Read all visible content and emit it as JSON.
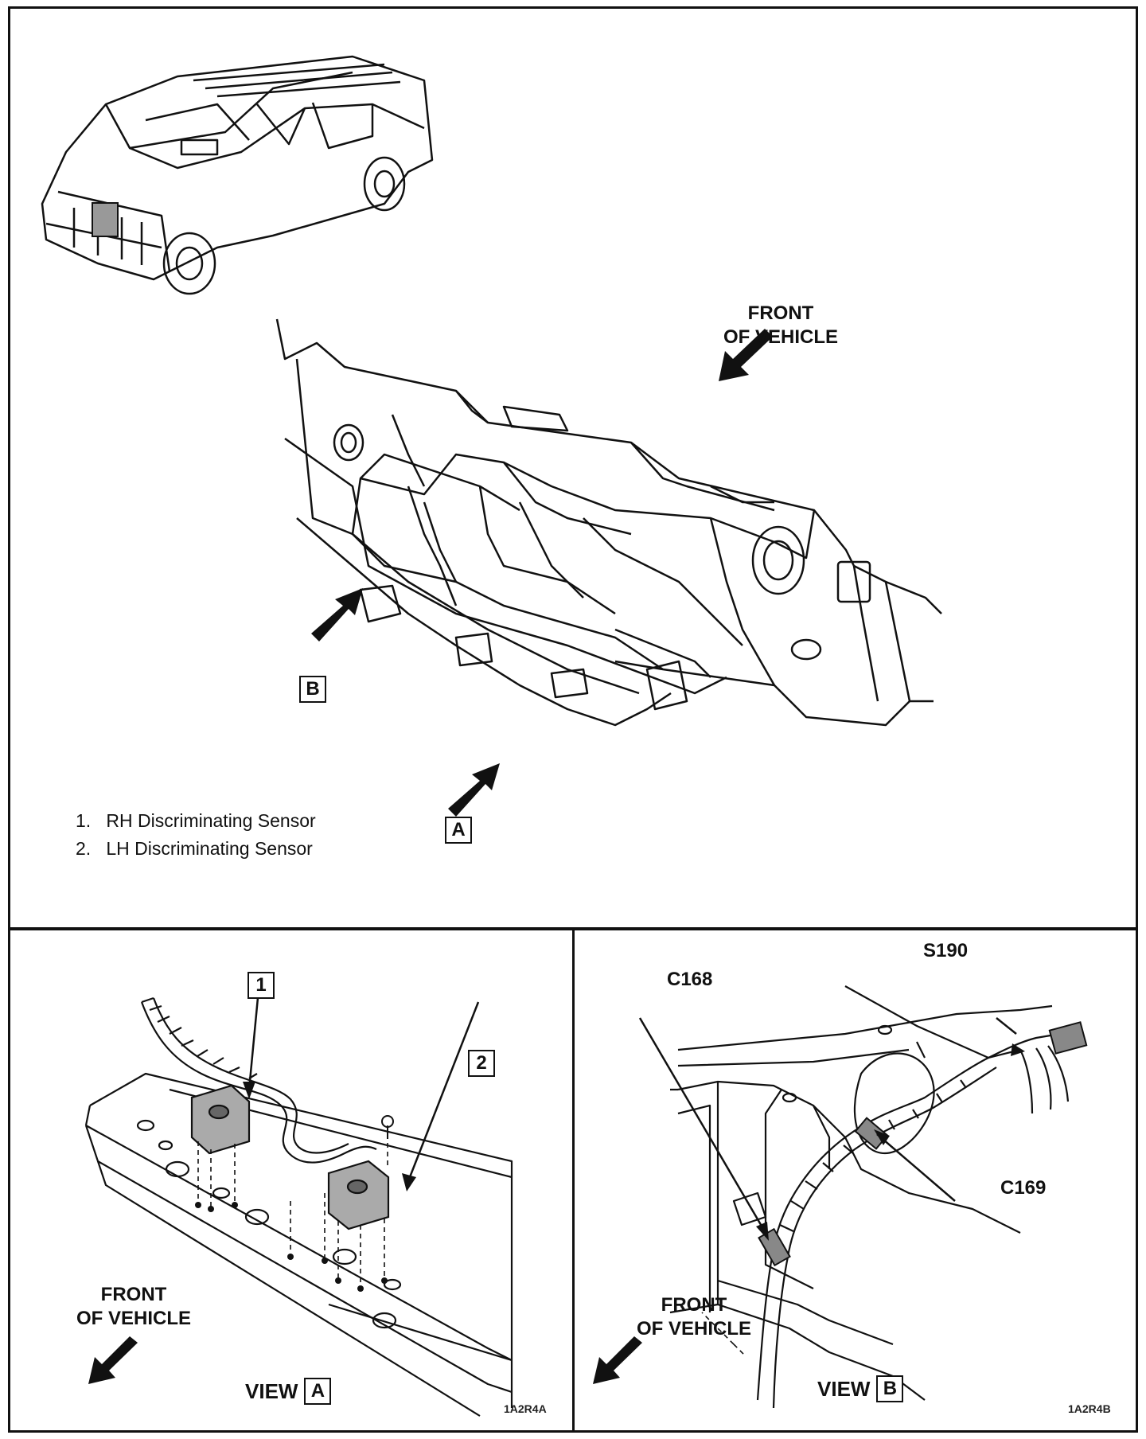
{
  "top": {
    "front_label_line1": "FRONT",
    "front_label_line2": "OF VEHICLE",
    "callout_b": "B",
    "callout_a": "A",
    "legend": [
      {
        "num": "1.",
        "text": "RH Discriminating Sensor"
      },
      {
        "num": "2.",
        "text": "LH Discriminating Sensor"
      }
    ]
  },
  "view_a": {
    "callout_1": "1",
    "callout_2": "2",
    "front_label_line1": "FRONT",
    "front_label_line2": "OF VEHICLE",
    "view_word": "VIEW",
    "view_letter": "A",
    "code": "1A2R4A"
  },
  "view_b": {
    "s190": "S190",
    "c168": "C168",
    "c169": "C169",
    "front_label_line1": "FRONT",
    "front_label_line2": "OF VEHICLE",
    "view_word": "VIEW",
    "view_letter": "B",
    "code": "1A2R4B"
  }
}
